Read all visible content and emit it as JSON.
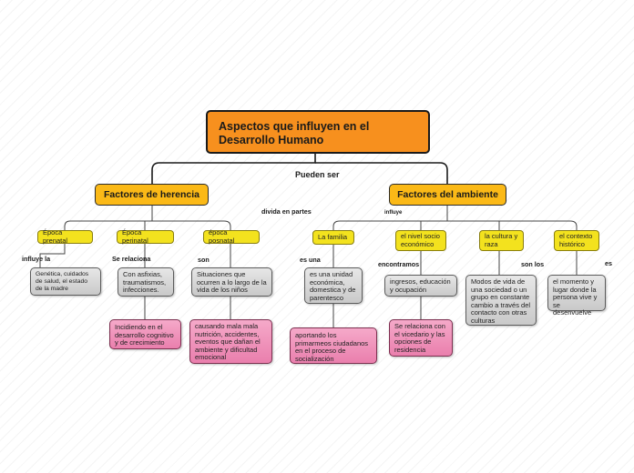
{
  "root": {
    "title": "Aspectos que influyen en el Desarrollo Humano"
  },
  "connector_labels": {
    "pueden_ser": "Pueden ser",
    "divida_en_partes": "divida en partes",
    "influye": "influye",
    "influye_la": "influye la",
    "se_relaciona": "Se relaciona",
    "son": "son",
    "es_una": "es una",
    "encontramos": "encontramos",
    "son_los": "son los",
    "es": "es"
  },
  "herencia": {
    "title": "Factores de herencia",
    "prenatal": {
      "label": "Época prenatal",
      "desc": "Genética, cuidados de salud, el estado de la madre",
      "detail": "Incidiendo en el desarrollo cognitivo y de crecimiento"
    },
    "perinatal": {
      "label": "Época perinatal",
      "desc": "Con asfixias, traumatismos, infecciones."
    },
    "posnatal": {
      "label": "época posnatal",
      "desc": "Situaciones que ocurren a lo largo de la vida de los niños",
      "detail": "causando mala mala nutrición, accidentes, eventos que dañan el ambiente y dificultad emocional"
    }
  },
  "ambiente": {
    "title": "Factores del ambiente",
    "familia": {
      "label": "La familia",
      "desc": "es una unidad económica, domestica y de parentesco",
      "detail": "aportando los primarmeos ciudadanos en el proceso de socialización"
    },
    "socio": {
      "label": "el nivel socio económico",
      "desc": "ingresos, educación y ocupación",
      "detail": "Se relaciona con el vicedario y las opciones de residencia"
    },
    "cultura": {
      "label": "la cultura y raza",
      "desc": "Modos de vida de una sociedad o un grupo en constante cambio a través del contacto con otras culturas"
    },
    "contexto": {
      "label": "el contexto histórico",
      "desc": "el momento y lugar donde la persona vive y se desenvuelve"
    }
  },
  "colors": {
    "root": "#f7901e",
    "main": "#fbb917",
    "sub": "#f3e21e",
    "gray": "#d4d4d4",
    "pink": "#ef8fb8"
  }
}
